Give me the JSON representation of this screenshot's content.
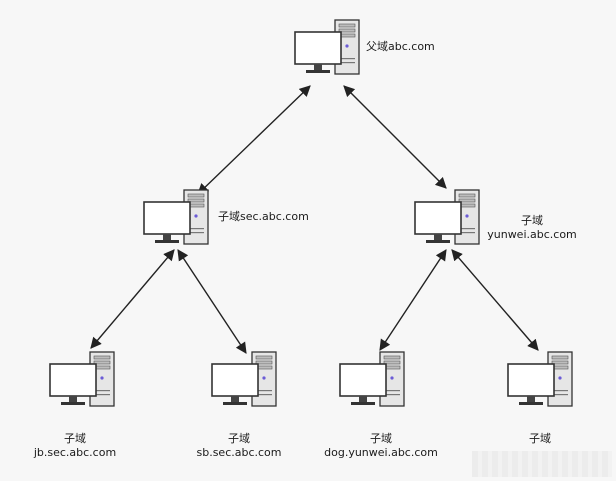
{
  "nodes": {
    "root": {
      "title": "父域abc.com"
    },
    "sec": {
      "title": "子域sec.abc.com"
    },
    "yunwei": {
      "title": "子域",
      "domain": "yunwei.abc.com"
    },
    "jb": {
      "title": "子域",
      "domain": "jb.sec.abc.com"
    },
    "sb": {
      "title": "子域",
      "domain": "sb.sec.abc.com"
    },
    "dog": {
      "title": "子域",
      "domain": "dog.yunwei.abc.com"
    },
    "leaf5": {
      "title": "子域"
    }
  },
  "colors": {
    "line": "#222222",
    "monitor_border": "#333333",
    "tower_fill": "#e8e8e8",
    "tower_border": "#333333",
    "accent_dot": "#6b5bd6"
  }
}
